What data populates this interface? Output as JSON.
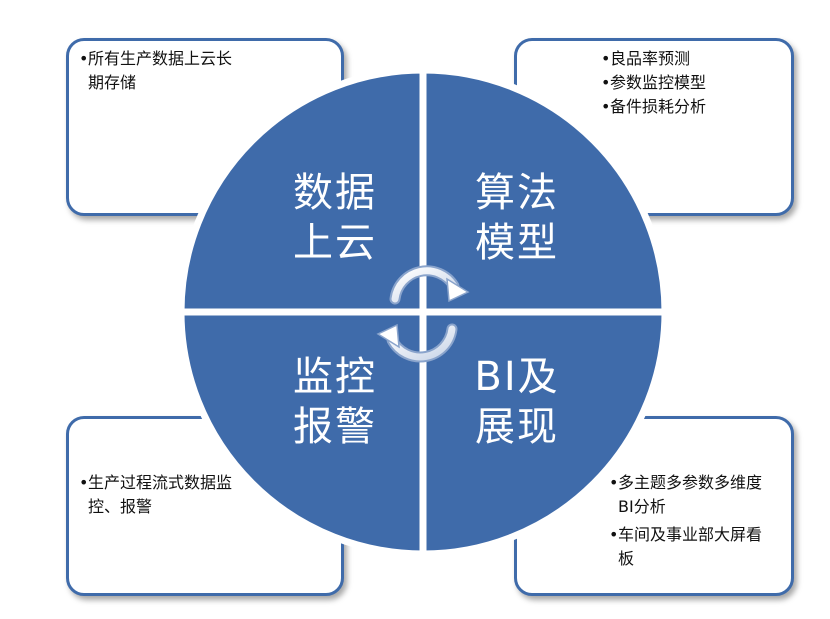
{
  "quadrants": {
    "top_left": {
      "line1": "数据",
      "line2": "上云"
    },
    "top_right": {
      "line1": "算法",
      "line2": "模型"
    },
    "bottom_left": {
      "line1": "监控",
      "line2": "报警"
    },
    "bottom_right": {
      "line1": "BI及",
      "line2": "展现"
    }
  },
  "cards": {
    "top_left": {
      "items": [
        "所有生产数据上云长期存储"
      ]
    },
    "top_right": {
      "items": [
        "良品率预测",
        "参数监控模型",
        "备件损耗分析"
      ]
    },
    "bottom_left": {
      "items": [
        "生产过程流式数据监控、报警"
      ]
    },
    "bottom_right": {
      "items": [
        "多主题多参数多维度BI分析",
        "车间及事业部大屏看板"
      ]
    }
  },
  "colors": {
    "quadrant_fill": "#3f6baa",
    "card_border": "#3f6baa",
    "arrow": "#ffffff"
  }
}
